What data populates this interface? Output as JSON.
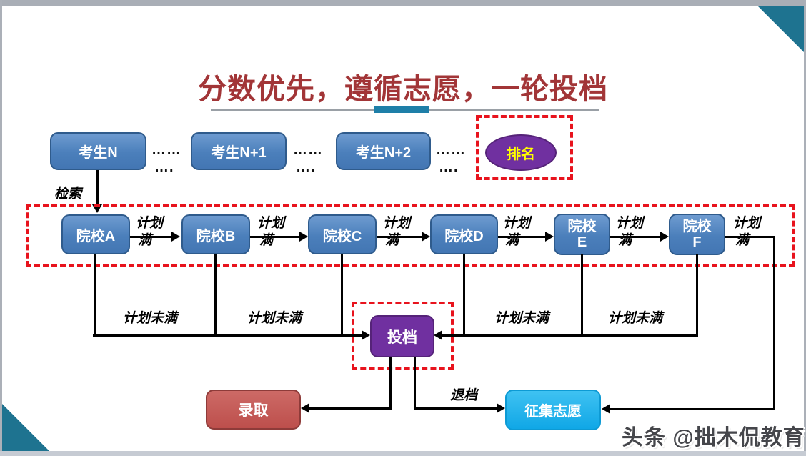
{
  "slide": {
    "title": "分数优先，遵循志愿，一轮投档",
    "watermark": "头条 @拙木侃教育"
  },
  "top_row": {
    "students": [
      "考生N",
      "考生N+1",
      "考生N+2"
    ],
    "dots_long": "……",
    "dots_short": "….",
    "ranking_label": "排名"
  },
  "flow_labels": {
    "search": "检索",
    "plan_full_line1": "计划",
    "plan_full_line2": "满",
    "plan_not_full": "计划未满",
    "withdraw": "退档"
  },
  "colleges": [
    {
      "lines": [
        "院校A"
      ]
    },
    {
      "lines": [
        "院校B"
      ]
    },
    {
      "lines": [
        "院校C"
      ]
    },
    {
      "lines": [
        "院校D"
      ]
    },
    {
      "lines": [
        "院校",
        "E"
      ]
    },
    {
      "lines": [
        "院校",
        "F"
      ]
    }
  ],
  "result_nodes": {
    "file": "投档",
    "admit": "录取",
    "collect": "征集志愿"
  },
  "colors": {
    "title_red": "#A23537",
    "box_blue": "#4B7FBB",
    "box_blue_border": "#2F5B8C",
    "purple": "#7030A0",
    "ranking_text_yellow": "#FFFF00",
    "dashed_red": "#E8131D",
    "admit_red": "#C0504D",
    "collect_blue": "#10A7E6",
    "accent_teal": "#1E7390"
  }
}
